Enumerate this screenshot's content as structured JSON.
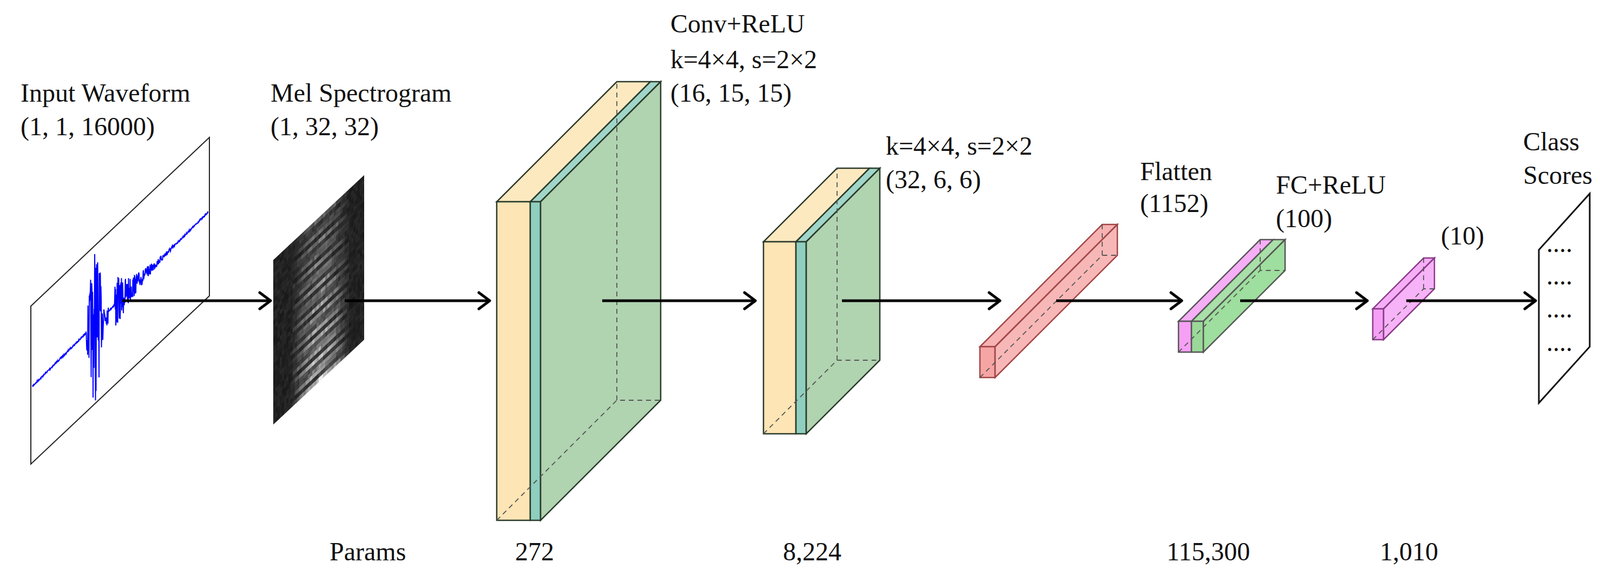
{
  "diagram": {
    "nodes": [
      {
        "text": [
          "Input Waveform",
          "(1, 1, 16000)"
        ]
      },
      {
        "text": [
          "Mel Spectrogram",
          "(1, 32, 32)"
        ]
      },
      {
        "text": [
          "Conv+ReLU",
          "k=4×4, s=2×2",
          "(16, 15, 15)"
        ]
      },
      {
        "text": [
          "k=4×4, s=2×2",
          "(32, 6, 6)"
        ]
      },
      {
        "text": [
          "Flatten",
          "(1152)"
        ]
      },
      {
        "text": [
          "FC+ReLU",
          "(100)"
        ]
      },
      {
        "text": [
          "(10)"
        ]
      },
      {
        "text": [
          "Class Scores",
          "....",
          "....",
          "....",
          "...."
        ]
      }
    ],
    "edges": [
      {
        "from": 0,
        "to": 1,
        "arrow": "to"
      },
      {
        "from": 1,
        "to": 2,
        "arrow": "to"
      },
      {
        "from": 2,
        "to": 3,
        "arrow": "to"
      },
      {
        "from": 3,
        "to": 4,
        "arrow": "to"
      },
      {
        "from": 4,
        "to": 5,
        "arrow": "to"
      },
      {
        "from": 5,
        "to": 6,
        "arrow": "to"
      },
      {
        "from": 6,
        "to": 7,
        "arrow": "to"
      }
    ],
    "labels": [
      "Params",
      "272",
      "8,224",
      "115,300",
      "1,010"
    ]
  }
}
